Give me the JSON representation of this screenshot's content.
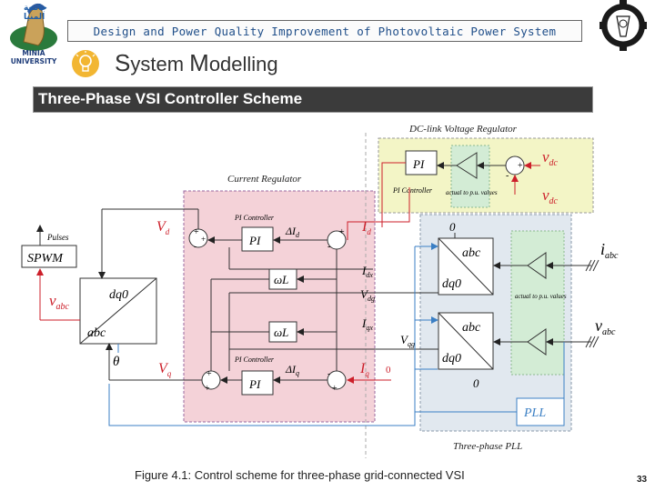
{
  "header": {
    "title": "Design and Power Quality Improvement of Photovoltaic Power System",
    "left_logo_label": "MINIA UNIVERSITY",
    "left_logo_arabic": "جامعة المنيا"
  },
  "section": {
    "title_cap1": "S",
    "title_rest1": "ystem ",
    "title_cap2": "M",
    "title_rest2": "odelling"
  },
  "slide": {
    "title": "Three-Phase VSI Controller Scheme"
  },
  "diagram": {
    "dc_link_title": "DC-link Voltage Regulator",
    "current_regulator_title": "Current Regulator",
    "three_phase_pll_title": "Three-phase PLL",
    "pi_controller_label": "PI Controller",
    "pi_label": "PI",
    "actual_to_pu_label": "actual to p.u. values",
    "vdc": "v",
    "vdc_sub": "dc",
    "vdc_ref_sub": "dc",
    "pulses": "Pulses",
    "spwm": "SPWM",
    "dq0": "dq0",
    "abc": "abc",
    "omega_l": "ωL",
    "theta": "θ",
    "zero": "0",
    "pll": "PLL",
    "delta_id": "ΔI",
    "delta_id_sub": "d",
    "delta_iq": "ΔI",
    "delta_iq_sub": "q",
    "i_abc": "i",
    "i_abc_sub": "abc",
    "v_abc": "v",
    "v_abc_sub": "abc",
    "vd_star": "V",
    "vd_sub": "d",
    "vq_star": "V",
    "vq_sub": "q",
    "id_star": "I",
    "id_sub": "d",
    "iq_star": "I",
    "iq_sub": "q",
    "idx": "I",
    "idx_sub": "dx",
    "vdg": "V",
    "vdg_sub": "dg",
    "iqx": "I",
    "iqx_sub": "qx",
    "vqg": "V",
    "vqg_sub": "qg",
    "vabc_hat": "v",
    "vabc_hat_sub": "abc"
  },
  "caption": "Figure 4.1: Control scheme for three-phase grid-connected VSI",
  "page_number": "33",
  "colors": {
    "banner_bg": "#3b3b3b",
    "header_text": "#1f4e89",
    "current_regulator_fill": "#f4d2d8",
    "dc_link_fill": "#f3f5c6",
    "pll_fill": "#e1e8ef",
    "green_fill": "#d3ecd5",
    "signal_red": "#cc1f2a",
    "signal_blue": "#3b7fc4"
  }
}
